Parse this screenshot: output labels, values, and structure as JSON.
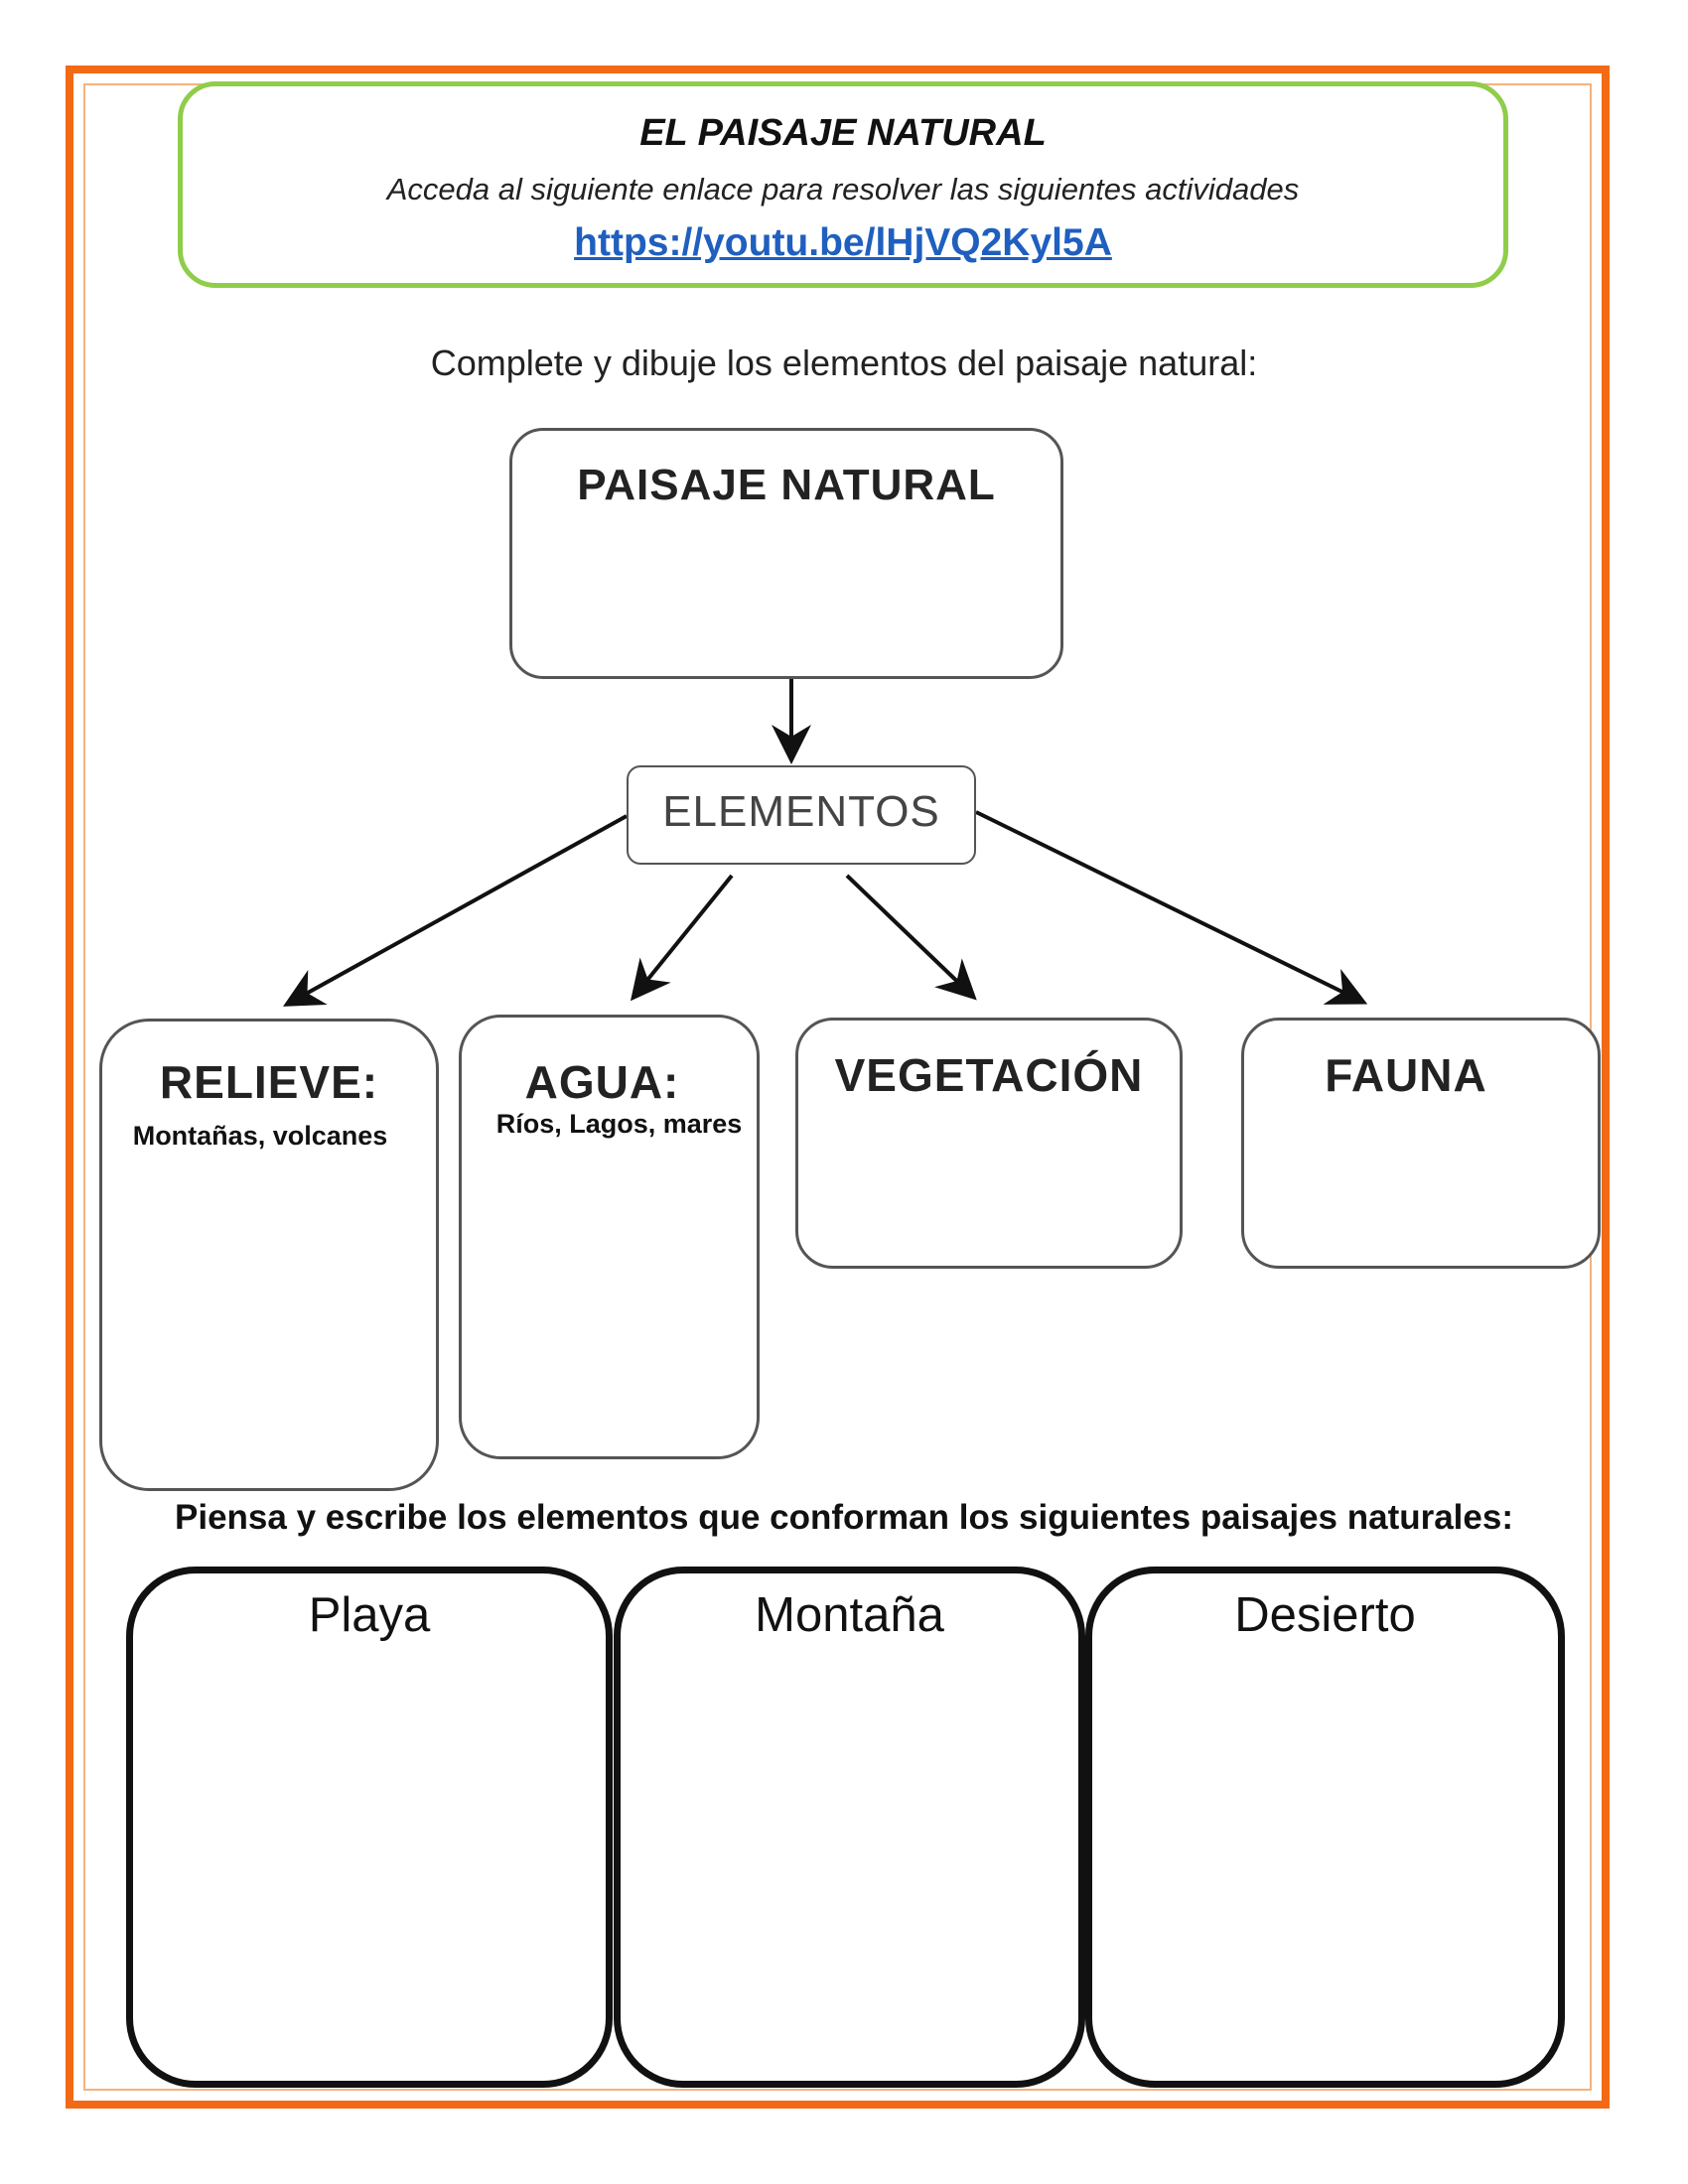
{
  "header": {
    "title": "EL PAISAJE NATURAL",
    "subtitle": "Acceda al siguiente enlace para resolver las siguientes actividades",
    "link": "https://youtu.be/lHjVQ2Kyl5A"
  },
  "instruction": "Complete y dibuje los elementos del paisaje natural:",
  "diagram": {
    "root": "PAISAJE NATURAL",
    "hub": "ELEMENTOS",
    "children": [
      {
        "title": "RELIEVE:",
        "note": "Montañas, volcanes"
      },
      {
        "title": "AGUA:",
        "note": "Ríos, Lagos, mares"
      },
      {
        "title": "VEGETACIÓN",
        "note": ""
      },
      {
        "title": "FAUNA",
        "note": ""
      }
    ]
  },
  "question": "Piensa y escribe los elementos que conforman los siguientes paisajes naturales:",
  "landscapes": [
    {
      "title": "Playa"
    },
    {
      "title": "Montaña"
    },
    {
      "title": "Desierto"
    }
  ],
  "colors": {
    "frame": "#f26a16",
    "header_border": "#8fcd4a",
    "link": "#1f5fbf"
  }
}
